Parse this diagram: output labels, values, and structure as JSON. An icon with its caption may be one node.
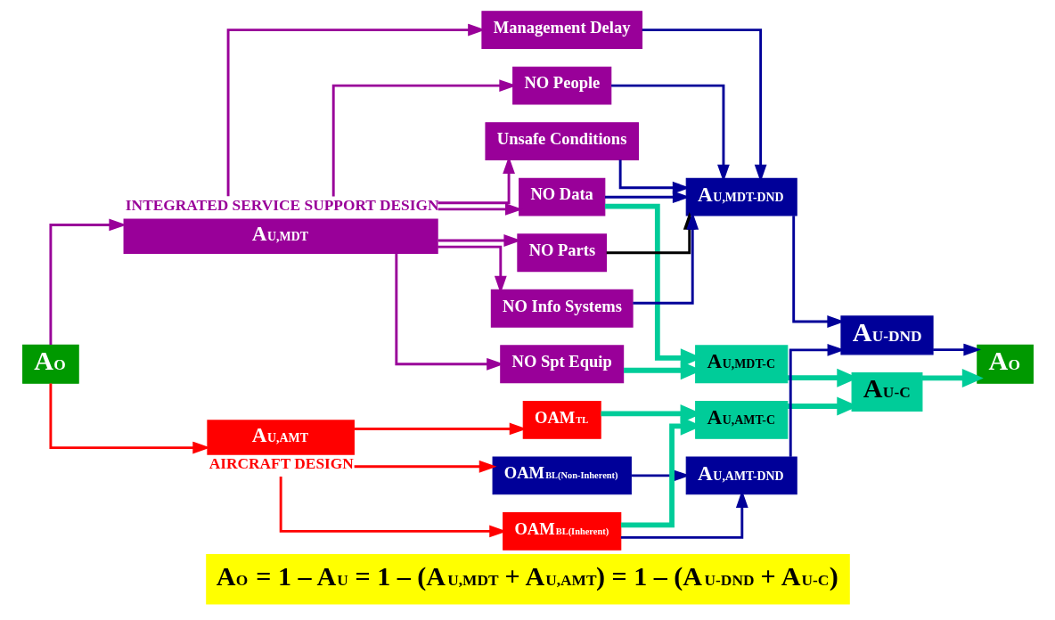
{
  "diagram": {
    "caption": "A$_{O}$ = 1 – A$_{U}$ = 1 – (A$_{U,MDT}$ + A$_{U,AMT}$) = 1 – (A$_{U-DND}$ + A$_{U-C}$)",
    "nodes": [
      {
        "text": [
          "A$_{O}$"
        ]
      },
      {
        "text": [
          "A$_{U,MDT}$"
        ],
        "beside": [
          "INTEGRATED SERVICE SUPPORT DESIGN"
        ]
      },
      {
        "text": [
          "A$_{U,AMT}$"
        ],
        "beside": [
          "AIRCRAFT DESIGN"
        ]
      },
      {
        "text": [
          "Management Delay"
        ]
      },
      {
        "text": [
          "NO People"
        ]
      },
      {
        "text": [
          "Unsafe Conditions"
        ]
      },
      {
        "text": [
          "NO Data"
        ]
      },
      {
        "text": [
          "NO Parts"
        ]
      },
      {
        "text": [
          "NO Info Systems"
        ]
      },
      {
        "text": [
          "NO Spt Equip"
        ]
      },
      {
        "text": [
          "OAM$_{TL}$"
        ]
      },
      {
        "text": [
          "OAM$_{BL(Non-Inherent)}$"
        ]
      },
      {
        "text": [
          "OAM$_{BL(Inherent)}$"
        ]
      },
      {
        "text": [
          "A$_{U,MDT-DND}$"
        ]
      },
      {
        "text": [
          "A$_{U,MDT-C}$"
        ]
      },
      {
        "text": [
          "A$_{U,AMT-C}$"
        ]
      },
      {
        "text": [
          "A$_{U,AMT-DND}$"
        ]
      },
      {
        "text": [
          "A$_{U-DND}$"
        ]
      },
      {
        "text": [
          "A$_{U-C}$"
        ]
      },
      {
        "text": [
          "A$_{O}$"
        ]
      }
    ],
    "edges": [
      {
        "from": 0,
        "to": 1,
        "arrow": "to",
        "color": "#990099"
      },
      {
        "from": 0,
        "to": 2,
        "arrow": "to",
        "color": "#ff0000"
      },
      {
        "from": 1,
        "to": 3,
        "arrow": "to",
        "color": "#990099"
      },
      {
        "from": 1,
        "to": 4,
        "arrow": "to",
        "color": "#990099"
      },
      {
        "from": 1,
        "to": 5,
        "arrow": "to",
        "color": "#990099"
      },
      {
        "from": 1,
        "to": 6,
        "arrow": "to",
        "color": "#990099"
      },
      {
        "from": 1,
        "to": 7,
        "arrow": "to",
        "color": "#990099"
      },
      {
        "from": 1,
        "to": 8,
        "arrow": "to",
        "color": "#990099"
      },
      {
        "from": 1,
        "to": 9,
        "arrow": "to",
        "color": "#990099"
      },
      {
        "from": 2,
        "to": 10,
        "arrow": "to",
        "color": "#ff0000"
      },
      {
        "from": 2,
        "to": 11,
        "arrow": "to",
        "color": "#ff0000"
      },
      {
        "from": 2,
        "to": 12,
        "arrow": "to",
        "color": "#ff0000"
      },
      {
        "from": 3,
        "to": 13,
        "arrow": "to"
      },
      {
        "from": 4,
        "to": 13,
        "arrow": "to"
      },
      {
        "from": 5,
        "to": 13,
        "arrow": "to"
      },
      {
        "from": 6,
        "to": 13,
        "arrow": "to"
      },
      {
        "from": 7,
        "to": 13,
        "arrow": "to",
        "color": "#000000"
      },
      {
        "from": 8,
        "to": 13,
        "arrow": "to"
      },
      {
        "from": 6,
        "to": 14,
        "arrow": "to",
        "style": "thick",
        "color": "#00cc99"
      },
      {
        "from": 9,
        "to": 14,
        "arrow": "to",
        "style": "thick",
        "color": "#00cc99"
      },
      {
        "from": 10,
        "to": 15,
        "arrow": "to",
        "style": "thick",
        "color": "#00cc99"
      },
      {
        "from": 12,
        "to": 15,
        "arrow": "to",
        "style": "thick",
        "color": "#00cc99"
      },
      {
        "from": 11,
        "to": 16,
        "arrow": "to"
      },
      {
        "from": 12,
        "to": 16,
        "arrow": "to"
      },
      {
        "from": 13,
        "to": 17,
        "arrow": "to"
      },
      {
        "from": 16,
        "to": 17,
        "arrow": "to"
      },
      {
        "from": 14,
        "to": 18,
        "arrow": "to",
        "style": "thick",
        "color": "#00cc99"
      },
      {
        "from": 15,
        "to": 18,
        "arrow": "to",
        "style": "thick",
        "color": "#00cc99"
      },
      {
        "from": 17,
        "to": 19,
        "arrow": "to"
      },
      {
        "from": 18,
        "to": 19,
        "arrow": "to",
        "style": "thick",
        "color": "#00cc99"
      }
    ]
  }
}
